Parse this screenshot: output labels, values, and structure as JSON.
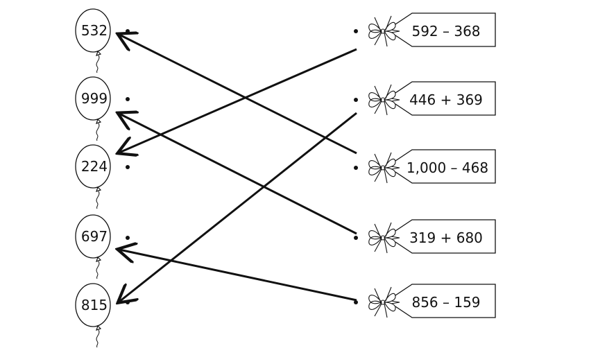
{
  "balloons": [
    {
      "value": "532"
    },
    {
      "value": "999"
    },
    {
      "value": "224"
    },
    {
      "value": "697"
    },
    {
      "value": "815"
    }
  ],
  "tags": [
    {
      "expression": "592 – 368"
    },
    {
      "expression": "446 + 369"
    },
    {
      "expression": "1,000 – 468"
    },
    {
      "expression": "319 + 680"
    },
    {
      "expression": "856 – 159"
    }
  ],
  "connections": [
    {
      "from_tag": 0,
      "to_balloon": 2
    },
    {
      "from_tag": 1,
      "to_balloon": 4
    },
    {
      "from_tag": 2,
      "to_balloon": 0
    },
    {
      "from_tag": 3,
      "to_balloon": 1
    },
    {
      "from_tag": 4,
      "to_balloon": 3
    }
  ],
  "colors": {
    "ink": "#111111",
    "background": "#ffffff"
  }
}
